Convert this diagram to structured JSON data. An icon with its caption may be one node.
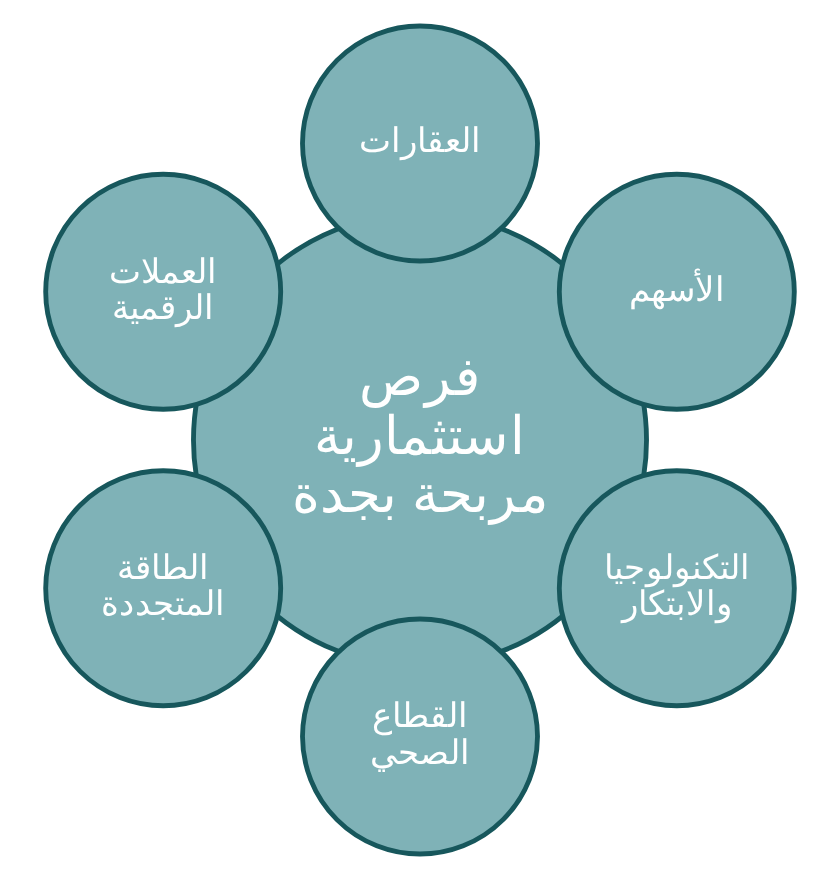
{
  "diagram": {
    "nodes": [
      {
        "text": [
          "فرص استثمارية مربحة بجدة"
        ]
      },
      {
        "text": [
          "الأسهم"
        ]
      },
      {
        "text": [
          "العقارات"
        ]
      },
      {
        "text": [
          "العملات الرقمية"
        ]
      },
      {
        "text": [
          "الطاقة المتجددة"
        ]
      },
      {
        "text": [
          "القطاع الصحي"
        ]
      },
      {
        "text": [
          "التكنولوجيا والابتكار"
        ]
      }
    ],
    "edges": []
  }
}
